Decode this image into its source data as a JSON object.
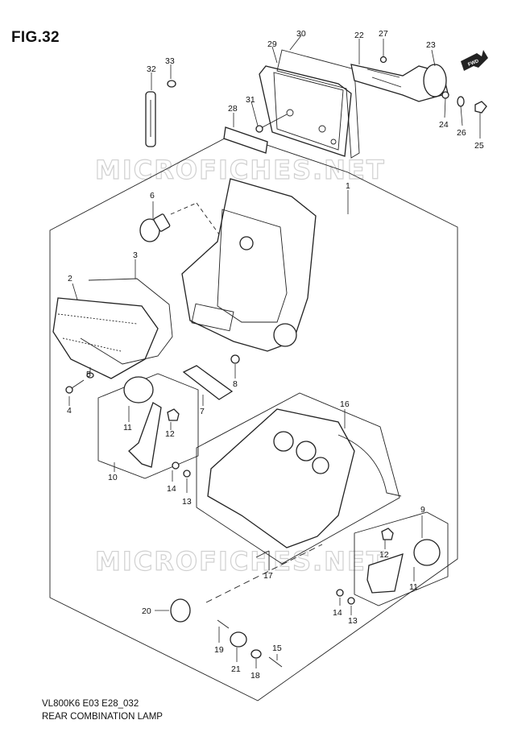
{
  "figure": {
    "title": "FIG.32",
    "model_code": "VL800K6 E03 E28_032",
    "caption": "REAR COMBINATION LAMP"
  },
  "watermark": {
    "text": "MICROFICHES.NET",
    "color": "#d0d0d0"
  },
  "fwd_badge": {
    "text": "FWD"
  },
  "callouts": [
    {
      "id": "c1",
      "label": "1"
    },
    {
      "id": "c2",
      "label": "2"
    },
    {
      "id": "c3",
      "label": "3"
    },
    {
      "id": "c4",
      "label": "4"
    },
    {
      "id": "c5",
      "label": "5"
    },
    {
      "id": "c6",
      "label": "6"
    },
    {
      "id": "c7",
      "label": "7"
    },
    {
      "id": "c8",
      "label": "8"
    },
    {
      "id": "c9",
      "label": "9"
    },
    {
      "id": "c10",
      "label": "10"
    },
    {
      "id": "c11a",
      "label": "11"
    },
    {
      "id": "c11b",
      "label": "11"
    },
    {
      "id": "c12a",
      "label": "12"
    },
    {
      "id": "c12b",
      "label": "12"
    },
    {
      "id": "c13a",
      "label": "13"
    },
    {
      "id": "c13b",
      "label": "13"
    },
    {
      "id": "c14a",
      "label": "14"
    },
    {
      "id": "c14b",
      "label": "14"
    },
    {
      "id": "c15",
      "label": "15"
    },
    {
      "id": "c16",
      "label": "16"
    },
    {
      "id": "c17",
      "label": "17"
    },
    {
      "id": "c18",
      "label": "18"
    },
    {
      "id": "c19",
      "label": "19"
    },
    {
      "id": "c20",
      "label": "20"
    },
    {
      "id": "c21",
      "label": "21"
    },
    {
      "id": "c22",
      "label": "22"
    },
    {
      "id": "c23",
      "label": "23"
    },
    {
      "id": "c24",
      "label": "24"
    },
    {
      "id": "c25",
      "label": "25"
    },
    {
      "id": "c26",
      "label": "26"
    },
    {
      "id": "c27",
      "label": "27"
    },
    {
      "id": "c28",
      "label": "28"
    },
    {
      "id": "c29",
      "label": "29"
    },
    {
      "id": "c30",
      "label": "30"
    },
    {
      "id": "c31",
      "label": "31"
    },
    {
      "id": "c32",
      "label": "32"
    },
    {
      "id": "c33",
      "label": "33"
    }
  ]
}
